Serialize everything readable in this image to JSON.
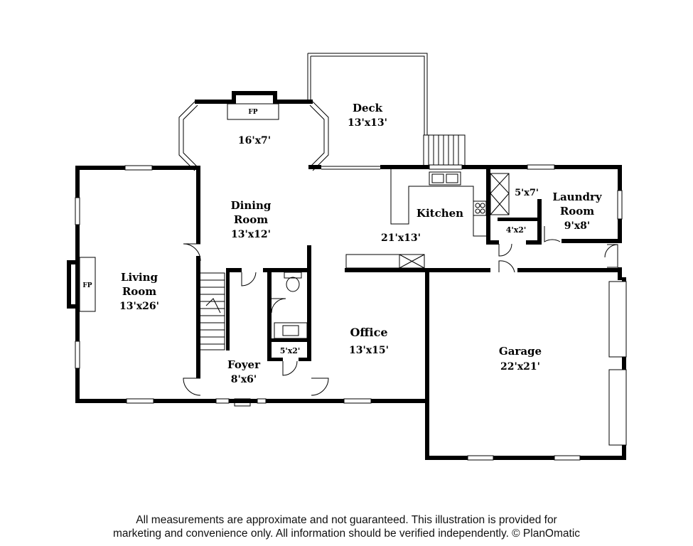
{
  "rooms": {
    "deck": {
      "name": "Deck",
      "size": "13'x13'"
    },
    "bay": {
      "size": "16'x7'",
      "fp": "FP"
    },
    "dining": {
      "name1": "Dining",
      "name2": "Room",
      "size": "13'x12'"
    },
    "living": {
      "name1": "Living",
      "name2": "Room",
      "size": "13'x26'",
      "fp": "FP"
    },
    "kitchen": {
      "name": "Kitchen",
      "size": "21'x13'"
    },
    "laundry": {
      "name1": "Laundry",
      "name2": "Room",
      "size": "9'x8'"
    },
    "pantry": {
      "size": "5'x7'"
    },
    "closet_4x2": {
      "size": "4'x2'"
    },
    "closet_5x2": {
      "size": "5'x2'"
    },
    "office": {
      "name": "Office",
      "size": "13'x15'"
    },
    "foyer": {
      "name": "Foyer",
      "size": "8'x6'"
    },
    "garage": {
      "name": "Garage",
      "size": "22'x21'"
    }
  },
  "disclaimer": {
    "line1": "All measurements are approximate and not guaranteed. This illustration is provided for",
    "line2": "marketing and convenience only. All information should be verified independently. © PlanOmatic"
  }
}
